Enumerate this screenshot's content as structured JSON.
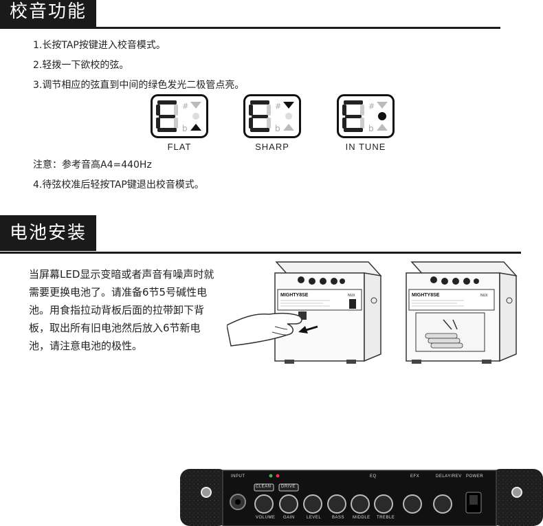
{
  "sections": {
    "tuning": {
      "title": "校音功能",
      "steps": [
        "1.长按TAP按键进入校音模式。",
        "2.轻拨一下欲校的弦。",
        "3.调节相应的弦直到中间的绿色发光二极管点亮。"
      ],
      "indicators": [
        {
          "label": "FLAT",
          "top": "off",
          "bottom": "on"
        },
        {
          "label": "SHARP",
          "top": "on",
          "bottom": "off"
        },
        {
          "label": "IN TUNE",
          "top": "off",
          "bottom": "off",
          "middle": "on"
        }
      ],
      "note": "注意：参考音高A4=440Hz",
      "step4": "4.待弦校准后轻按TAP键退出校音模式。",
      "symbols": {
        "sharp": "#",
        "flat": "b"
      }
    },
    "battery": {
      "title": "电池安装",
      "paragraph_lines": [
        "当屏幕LED显示变暗或者声音有噪声时就",
        "需要更换电池了。请准备6节5号碱性电",
        "池。用食指拉动背板后面的拉带卸下背",
        "板，取出所有旧电池然后放入6节新电",
        "池，请注意电池的极性。"
      ],
      "amp_brand": "MIGHTY8SE",
      "amp_logo": "NUX"
    },
    "panel": {
      "labels": [
        "INPUT",
        "EQ",
        "EFX",
        "DELAY/REV",
        "POWER"
      ],
      "buttons": [
        "CLEAN",
        "DRIVE"
      ],
      "knobs": [
        "VOLUME",
        "GAIN",
        "LEVEL",
        "BASS",
        "MIDDLE",
        "TREBLE"
      ]
    }
  }
}
